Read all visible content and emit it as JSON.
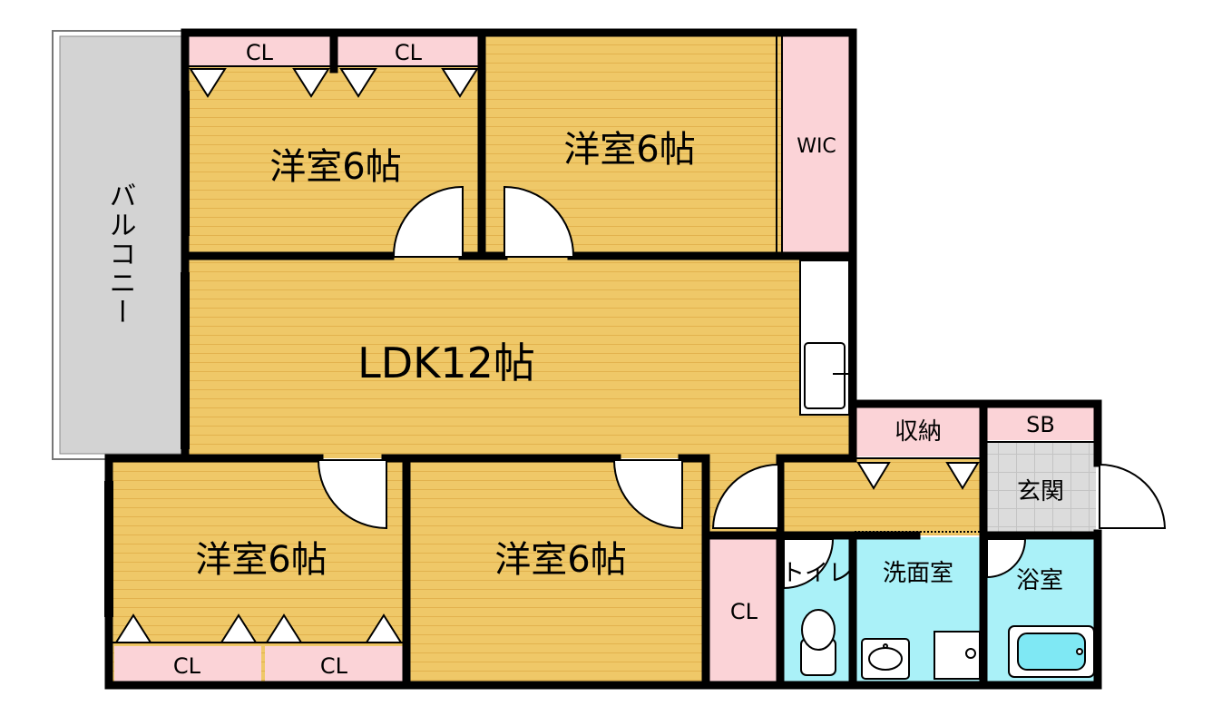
{
  "floorplan": {
    "balcony": "バルコニー",
    "rooms": {
      "bedroom_top_left": "洋室6帖",
      "bedroom_top_right": "洋室6帖",
      "ldk": "LDK12帖",
      "bedroom_bottom_left": "洋室6帖",
      "bedroom_bottom_right": "洋室6帖",
      "storage": "収納",
      "shoe_box": "SB",
      "entrance": "玄関",
      "toilet": "トイレ",
      "washroom": "洗面室",
      "bathroom": "浴室",
      "wic": "WIC"
    },
    "closets": {
      "top_left_1": "CL",
      "top_left_2": "CL",
      "bottom_left_1": "CL",
      "bottom_left_2": "CL",
      "hall": "CL"
    }
  },
  "colors": {
    "wood_floor": "#efc868",
    "wood_line": "#e2b24e",
    "closet_pink": "#fbd3d7",
    "wet_cyan": "#aaf1f8",
    "balcony_gray": "#d3d3d3",
    "entrance_tile": "#dcdcdc",
    "wall": "#000000"
  }
}
